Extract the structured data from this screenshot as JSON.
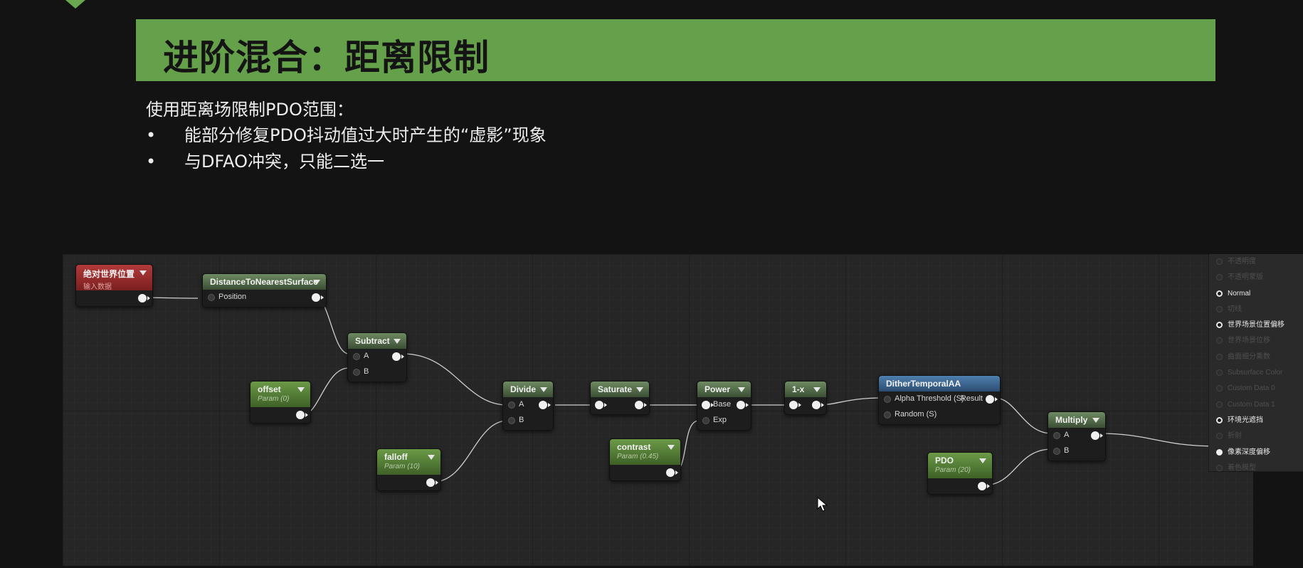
{
  "slide": {
    "title": "进阶混合：距离限制",
    "intro": "使用距离场限制PDO范围：",
    "bullets": [
      {
        "dot": "•",
        "text": "能部分修复PDO抖动值过大时产生的“虚影”现象"
      },
      {
        "dot": "•",
        "text": "与DFAO冲突，只能二选一"
      }
    ]
  },
  "colors": {
    "title_bar": "#65a04a",
    "background": "#131313"
  },
  "graph": {
    "nodes": {
      "abs_world_pos": {
        "title": "绝对世界位置",
        "subtitle": "输入数据"
      },
      "dist_surface": {
        "title": "DistanceToNearestSurface",
        "inputs": [
          "Position"
        ]
      },
      "subtract": {
        "title": "Subtract",
        "inputs": [
          "A",
          "B"
        ]
      },
      "offset": {
        "title": "offset",
        "subtitle": "Param (0)"
      },
      "divide": {
        "title": "Divide",
        "inputs": [
          "A",
          "B"
        ]
      },
      "falloff": {
        "title": "falloff",
        "subtitle": "Param (10)"
      },
      "saturate": {
        "title": "Saturate"
      },
      "power": {
        "title": "Power",
        "inputs": [
          "Base",
          "Exp"
        ]
      },
      "contrast": {
        "title": "contrast",
        "subtitle": "Param (0.45)"
      },
      "one_minus": {
        "title": "1-x"
      },
      "dither": {
        "title": "DitherTemporalAA",
        "inputs": [
          "Alpha Threshold (S)",
          "Random (S)"
        ],
        "output": "Result"
      },
      "multiply": {
        "title": "Multiply",
        "inputs": [
          "A",
          "B"
        ]
      },
      "pdo": {
        "title": "PDO",
        "subtitle": "Param (20)"
      }
    },
    "result_pins": [
      {
        "label": "不透明度",
        "state": "disabled"
      },
      {
        "label": "不透明蒙版",
        "state": "disabled"
      },
      {
        "label": "Normal",
        "state": "enabled"
      },
      {
        "label": "切线",
        "state": "disabled"
      },
      {
        "label": "世界场景位置偏移",
        "state": "enabled"
      },
      {
        "label": "世界场景位移",
        "state": "disabled"
      },
      {
        "label": "曲面细分乘数",
        "state": "disabled"
      },
      {
        "label": "Subsurface Color",
        "state": "disabled"
      },
      {
        "label": "Custom Data 0",
        "state": "disabled"
      },
      {
        "label": "Custom Data 1",
        "state": "disabled"
      },
      {
        "label": "环境光遮挡",
        "state": "enabled"
      },
      {
        "label": "折射",
        "state": "disabled"
      },
      {
        "label": "像素深度偏移",
        "state": "connected"
      },
      {
        "label": "着色模型",
        "state": "disabled"
      }
    ]
  }
}
